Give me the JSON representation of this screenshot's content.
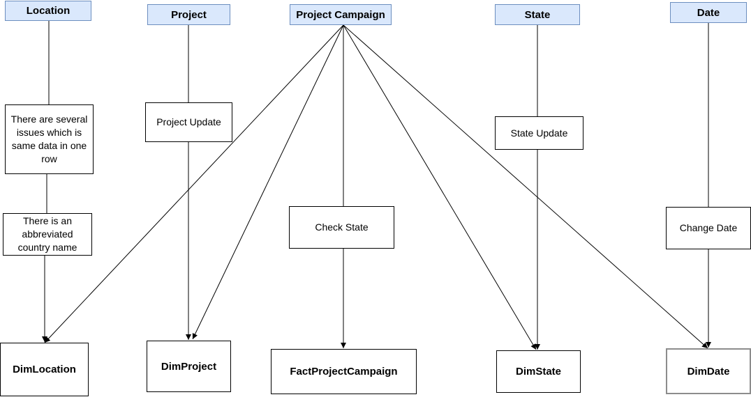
{
  "colors": {
    "source_fill": "#dae8fc",
    "source_border": "#6c8ebf",
    "line": "#000000",
    "dimdate_border": "#8c8c8c"
  },
  "sources": {
    "location": "Location",
    "project": "Project",
    "project_campaign": "Project Campaign",
    "state": "State",
    "date": "Date"
  },
  "steps": {
    "location_issue": "There are several issues which is same data in one row",
    "location_abbrev": "There is an abbreviated country name",
    "project_update": "Project Update",
    "check_state": "Check State",
    "state_update": "State Update",
    "change_date": "Change Date"
  },
  "targets": {
    "dim_location": "DimLocation",
    "dim_project": "DimProject",
    "fact_project_campaign": "FactProjectCampaign",
    "dim_state": "DimState",
    "dim_date": "DimDate"
  }
}
